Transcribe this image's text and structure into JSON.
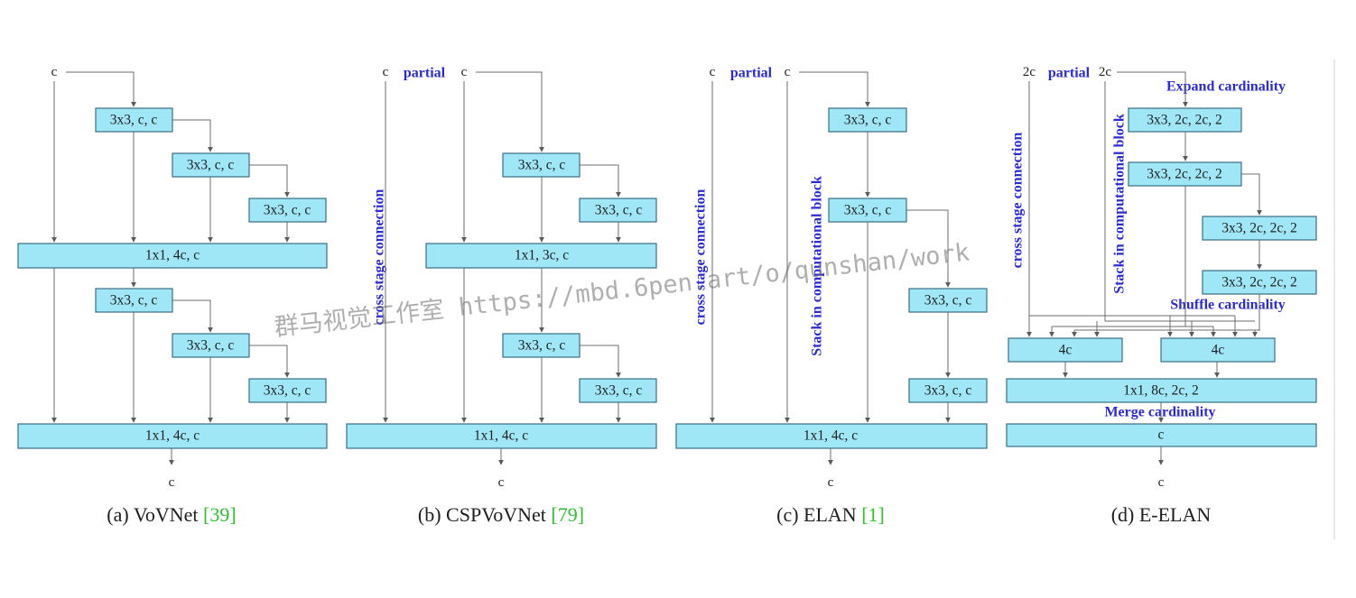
{
  "panels": {
    "a": {
      "inputs": [
        "c"
      ],
      "blocks": [
        "3x3, c, c",
        "3x3, c, c",
        "3x3, c, c",
        "1x1, 4c, c",
        "3x3, c, c",
        "3x3, c, c",
        "3x3, c, c",
        "1x1, 4c, c"
      ],
      "output": "c",
      "caption": {
        "label": "(a) VoVNet ",
        "ref": "[39]"
      }
    },
    "b": {
      "inputs": [
        "c",
        "partial",
        "c"
      ],
      "blocks": [
        "3x3, c, c",
        "3x3, c, c",
        "1x1, 3c, c",
        "3x3, c, c",
        "3x3, c, c",
        "1x1, 4c, c"
      ],
      "side_label": "cross stage connection",
      "output": "c",
      "caption": {
        "label": "(b) CSPVoVNet ",
        "ref": "[79]"
      }
    },
    "c": {
      "inputs": [
        "c",
        "partial",
        "c"
      ],
      "blocks": [
        "3x3, c, c",
        "3x3, c, c",
        "3x3, c, c",
        "3x3, c, c",
        "1x1, 4c, c"
      ],
      "side_label": "cross stage connection",
      "stack_label": "Stack in computational block",
      "output": "c",
      "caption": {
        "label": "(c) ELAN ",
        "ref": "[1]"
      }
    },
    "d": {
      "inputs": [
        "2c",
        "partial",
        "2c"
      ],
      "blocks": [
        "3x3, 2c, 2c, 2",
        "3x3, 2c, 2c, 2",
        "3x3, 2c, 2c, 2",
        "3x3, 2c, 2c, 2",
        "4c",
        "4c",
        "1x1, 8c, 2c, 2",
        "c"
      ],
      "side_label": "cross stage connection",
      "stack_label": "Stack in computational block",
      "expand_label": "Expand cardinality",
      "shuffle_label": "Shuffle cardinality",
      "merge_label": "Merge cardinality",
      "output": "c",
      "caption": {
        "label": "(d) E-ELAN",
        "ref": ""
      }
    }
  },
  "watermark": "群马视觉工作室 https://mbd.6pen.art/o/qunshan/work",
  "colors": {
    "block_fill": "#9fe6f6",
    "label_blue": "#2a2ad8",
    "ref_green": "#2fbf2f"
  }
}
